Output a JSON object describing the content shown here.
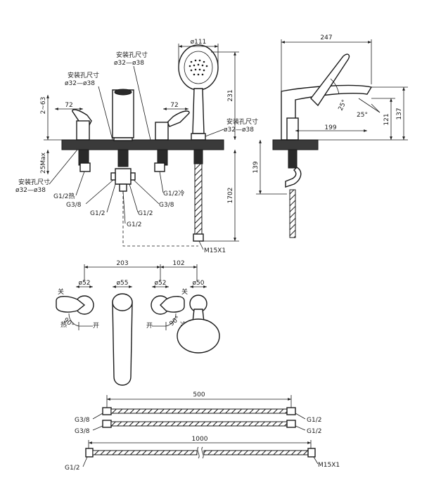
{
  "front_view": {
    "handshower_dia": "ø111",
    "install_hole_label_1": "安装孔尺寸",
    "install_hole_size_1": "ø32—ø38",
    "install_hole_label_2": "安装孔尺寸",
    "install_hole_size_2": "ø32—ø38",
    "install_hole_label_3": "安装孔尺寸",
    "install_hole_size_3": "ø32—ø38",
    "install_hole_label_4": "安装孔尺寸",
    "install_hole_size_4": "ø32—ø38",
    "deck_thickness": "2~63",
    "lever_reach_left": "72",
    "lever_reach_right": "72",
    "clamp_max": "25Max",
    "height_231": "231",
    "hose_1702": "1702",
    "hot_inlet": "G1/2热",
    "cold_inlet": "G1/2冷",
    "g38_left": "G3/8",
    "g38_right": "G3/8",
    "g12_a": "G1/2",
    "g12_b": "G1/2",
    "g12_c": "G1/2",
    "m15": "M15X1"
  },
  "side_view": {
    "width_247": "247",
    "angle_25_arc": "25°",
    "angle_25": "25°",
    "height_121": "121",
    "height_137": "137",
    "reach_199": "199",
    "below_139": "139"
  },
  "plan_view": {
    "spacing_203": "203",
    "spacing_102": "102",
    "dia_52_left": "ø52",
    "dia_55": "ø55",
    "dia_52_right": "ø52",
    "dia_50": "ø50",
    "off_left": "关",
    "off_right": "关",
    "hot_mark": "热",
    "cold_mark": "冷",
    "open_left": "开",
    "open_right": "开",
    "rot_left": "90°",
    "rot_right": "90°"
  },
  "hoses": {
    "length_500": "500",
    "length_1000": "1000",
    "h1_left": "G3/8",
    "h1_right": "G1/2",
    "h2_left": "G3/8",
    "h2_right": "G1/2",
    "h3_left": "G1/2",
    "h3_right": "M15X1"
  }
}
